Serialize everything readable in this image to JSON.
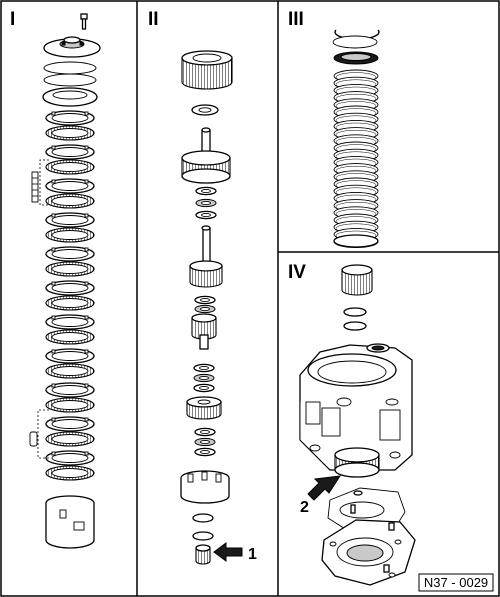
{
  "panels": {
    "panel_1": {
      "label": "I"
    },
    "panel_2": {
      "label": "II"
    },
    "panel_3": {
      "label": "III"
    },
    "panel_4": {
      "label": "IV"
    }
  },
  "callouts": {
    "callout_1": {
      "label": "1"
    },
    "callout_2": {
      "label": "2"
    }
  },
  "figure_reference": "N37 - 0029"
}
